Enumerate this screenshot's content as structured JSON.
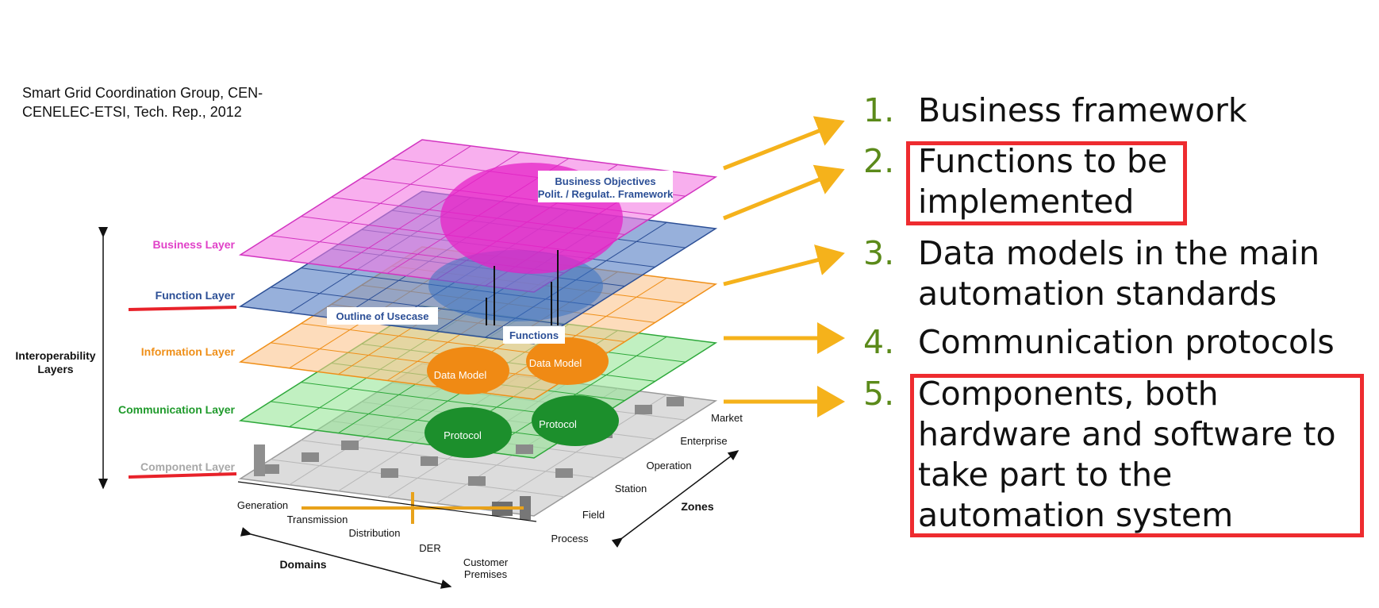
{
  "citation": {
    "line1": "Smart Grid Coordination Group,  CEN-",
    "line2": "CENELEC-ETSI, Tech. Rep., 2012"
  },
  "diagram": {
    "layer_labels": [
      "Business Layer",
      "Function Layer",
      "Information Layer",
      "Communication Layer",
      "Component Layer"
    ],
    "layer_colors": [
      "#e041c8",
      "#2c4f96",
      "#ef8f18",
      "#1f9a2b",
      "#a8a8a8"
    ],
    "axis_label_line1": "Interoperability",
    "axis_label_line2": "Layers",
    "business_objectives_line1": "Business Objectives",
    "business_objectives_line2": "Polit. / Regulat.. Framework",
    "outline_of_usecase": "Outline of Usecase",
    "functions": "Functions",
    "data_model": "Data Model",
    "protocol": "Protocol",
    "domains": [
      "Generation",
      "Transmission",
      "Distribution",
      "DER",
      "Customer",
      "Premises"
    ],
    "domains_title": "Domains",
    "zones": [
      "Market",
      "Enterprise",
      "Operation",
      "Station",
      "Field",
      "Process"
    ],
    "zones_title": "Zones"
  },
  "list": [
    {
      "number": "1.",
      "lines": [
        "Business framework"
      ],
      "highlighted": false
    },
    {
      "number": "2.",
      "lines": [
        "Functions to be",
        "implemented"
      ],
      "highlighted": true
    },
    {
      "number": "3.",
      "lines": [
        "Data models in the main",
        "automation standards"
      ],
      "highlighted": false
    },
    {
      "number": "4.",
      "lines": [
        "Communication protocols"
      ],
      "highlighted": false
    },
    {
      "number": "5.",
      "lines": [
        "Components, both",
        "hardware and software to",
        "take part to the",
        "automation system"
      ],
      "highlighted": true
    }
  ],
  "colors": {
    "arrow": "#f5b21b",
    "number": "#5b8a1a",
    "highlight_box": "#ee2b2f",
    "underline": "#e8222a"
  }
}
